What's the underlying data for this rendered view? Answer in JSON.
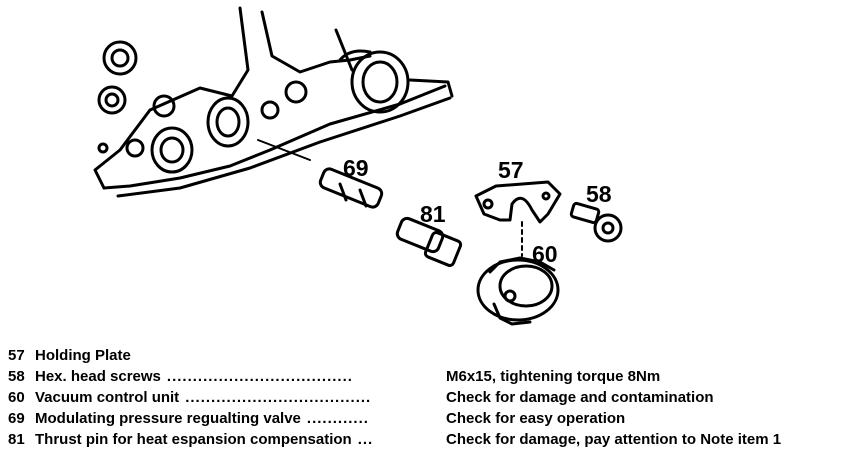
{
  "diagram": {
    "callouts": {
      "c57": "57",
      "c58": "58",
      "c60": "60",
      "c69": "69",
      "c81": "81"
    }
  },
  "legend": [
    {
      "num": "57",
      "name": "Holding Plate",
      "dots": "",
      "note": ""
    },
    {
      "num": "58",
      "name": "Hex. head screws",
      "dots": "....................................",
      "note": "M6x15, tightening torque 8Nm"
    },
    {
      "num": "60",
      "name": "Vacuum control unit",
      "dots": "....................................",
      "note": "Check for damage and contamination"
    },
    {
      "num": "69",
      "name": "Modulating pressure regualting valve",
      "dots": "............",
      "note": "Check for easy operation"
    },
    {
      "num": "81",
      "name": "Thrust pin for heat espansion compensation",
      "dots": "...",
      "note": "Check for damage, pay attention to Note item 1"
    }
  ]
}
